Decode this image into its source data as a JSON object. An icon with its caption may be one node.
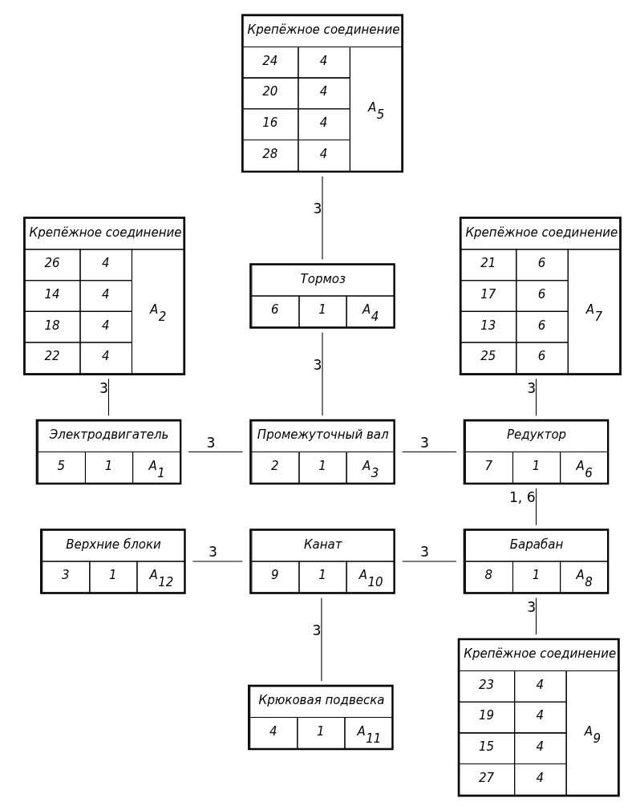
{
  "diagram": {
    "nodes": [
      {
        "text": [
          "Крепёжное соединение",
          "24",
          "4",
          "20",
          "4",
          "16",
          "4",
          "28",
          "4",
          "A$_{5}$"
        ]
      },
      {
        "text": [
          "Крепёжное соединение",
          "26",
          "4",
          "14",
          "4",
          "18",
          "4",
          "22",
          "4",
          "A$_{2}$"
        ]
      },
      {
        "text": [
          "Крепёжное соединение",
          "21",
          "6",
          "17",
          "6",
          "13",
          "6",
          "25",
          "6",
          "A$_{7}$"
        ]
      },
      {
        "text": [
          "Тормоз",
          "6",
          "1",
          "A$_{4}$"
        ]
      },
      {
        "text": [
          "Электродвигатель",
          "5",
          "1",
          "A$_{1}$"
        ]
      },
      {
        "text": [
          "Промежуточный вал",
          "2",
          "1",
          "A$_{3}$"
        ]
      },
      {
        "text": [
          "Редуктор",
          "7",
          "1",
          "A$_{6}$"
        ]
      },
      {
        "text": [
          "Верхние блоки",
          "3",
          "1",
          "A$_{12}$"
        ]
      },
      {
        "text": [
          "Канат",
          "9",
          "1",
          "A$_{10}$"
        ]
      },
      {
        "text": [
          "Барабан",
          "8",
          "1",
          "A$_{8}$"
        ]
      },
      {
        "text": [
          "Крюковая подвеска",
          "4",
          "1",
          "A$_{11}$"
        ]
      },
      {
        "text": [
          "Крепёжное соединение",
          "23",
          "4",
          "19",
          "4",
          "15",
          "4",
          "27",
          "4",
          "A$_{9}$"
        ]
      }
    ],
    "edges": [
      {
        "from": 1,
        "to": 4,
        "arrow": "none",
        "label": "3"
      },
      {
        "from": 0,
        "to": 3,
        "arrow": "none",
        "label": "3"
      },
      {
        "from": 3,
        "to": 5,
        "arrow": "none",
        "label": "3"
      },
      {
        "from": 2,
        "to": 6,
        "arrow": "none",
        "label": "3"
      },
      {
        "from": 4,
        "to": 5,
        "arrow": "none",
        "label": "3"
      },
      {
        "from": 5,
        "to": 6,
        "arrow": "none",
        "label": "3"
      },
      {
        "from": 6,
        "to": 9,
        "arrow": "none",
        "label": "1, 6"
      },
      {
        "from": 7,
        "to": 8,
        "arrow": "none",
        "label": "3"
      },
      {
        "from": 8,
        "to": 9,
        "arrow": "none",
        "label": "3"
      },
      {
        "from": 8,
        "to": 10,
        "arrow": "none",
        "label": "3"
      },
      {
        "from": 9,
        "to": 11,
        "arrow": "none",
        "label": "3"
      }
    ]
  }
}
